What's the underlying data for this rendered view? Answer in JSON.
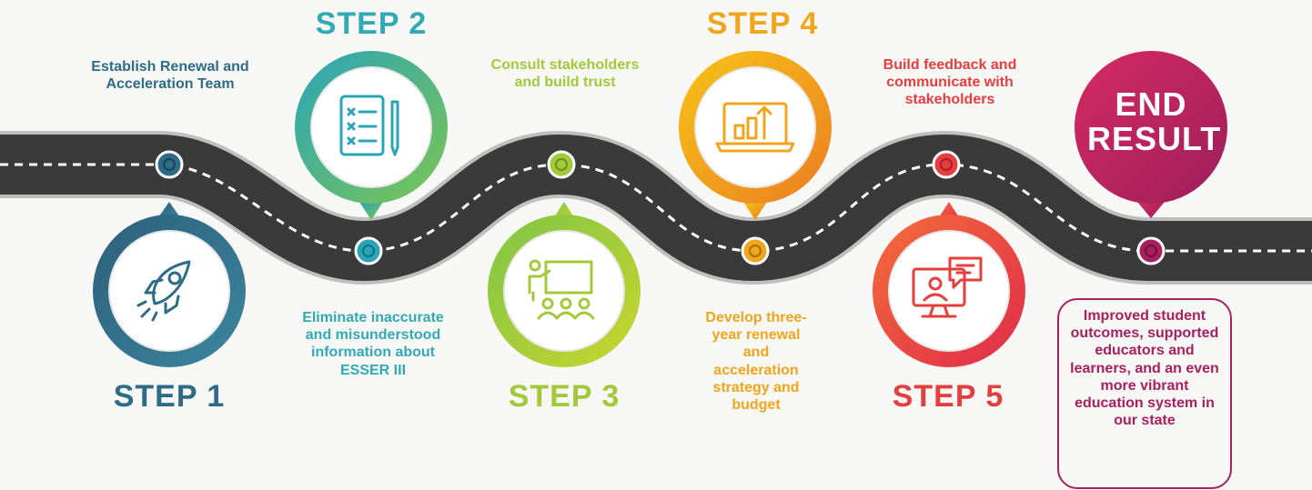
{
  "colors": {
    "step1": "#2e6b86",
    "step2": "#31aab5",
    "step3": "#a3c93a",
    "step4": "#f0a51d",
    "step5": "#e53e3e",
    "end": "#a8205d",
    "road": "#3a3a3a",
    "road_dash": "#ffffff"
  },
  "steps": [
    {
      "title": "STEP 1",
      "description": "Establish Renewal and Acceleration Team",
      "icon": "rocket-icon"
    },
    {
      "title": "STEP 2",
      "description": "Eliminate inaccurate and misunderstood information about ESSER III",
      "icon": "checklist-document-icon"
    },
    {
      "title": "STEP 3",
      "description": "Consult stakeholders and build trust",
      "icon": "presentation-audience-icon"
    },
    {
      "title": "STEP 4",
      "description": "Develop three-year renewal and acceleration strategy and budget",
      "icon": "laptop-growth-chart-icon"
    },
    {
      "title": "STEP 5",
      "description": "Build feedback and communicate with stakeholders",
      "icon": "video-chat-monitor-icon"
    }
  ],
  "end_result": {
    "title": "END RESULT",
    "description": "Improved student outcomes, supported educators and learners, and an even more vibrant education system in our state"
  }
}
